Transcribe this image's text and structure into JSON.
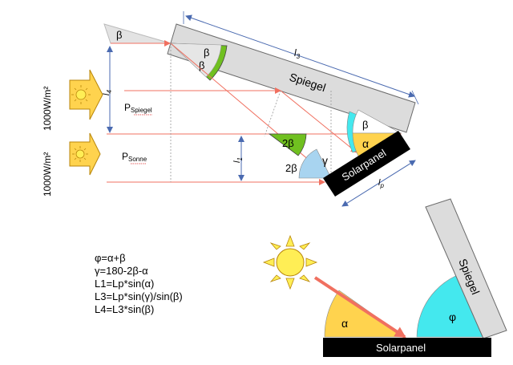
{
  "upper": {
    "mirror_label": "Spiegel",
    "panel_label": "Solarpanel",
    "beta": "β",
    "two_beta": "2β",
    "alpha": "α",
    "gamma": "γ",
    "l3": "l",
    "l3_sub": "3",
    "l4": "l",
    "l4_sub": "4",
    "l1": "l",
    "l1_sub": "1",
    "lp": "l",
    "lp_sub": "p",
    "p_main": "P",
    "p_mirror_sub": "Spiegel",
    "p_sun_sub": "Sonne",
    "irr_top": "1000W/m²",
    "irr_bottom": "1000W/m²"
  },
  "formulas": [
    "φ=α+β",
    "γ=180-2β-α",
    "L1=Lp*sin(α)",
    "L3=Lp*sin(γ)/sin(β)",
    "L4=L3*sin(β)"
  ],
  "lower": {
    "mirror_label": "Spiegel",
    "panel_label": "Solarpanel",
    "alpha": "α",
    "phi": "φ"
  },
  "colors": {
    "mirror_fill": "#dcdcdc",
    "mirror_stroke": "#6a6a6a",
    "panel_fill": "#000000",
    "sun_fill": "#ffee55",
    "arrow_fill": "#ffd34e",
    "ray": "#f07060",
    "dim_line": "#4a6ab0",
    "green_fill": "#70c020",
    "yellow_fill": "#ffd34e",
    "cyan_fill": "#44e8ee",
    "lightblue_fill": "#a8d4f0"
  }
}
